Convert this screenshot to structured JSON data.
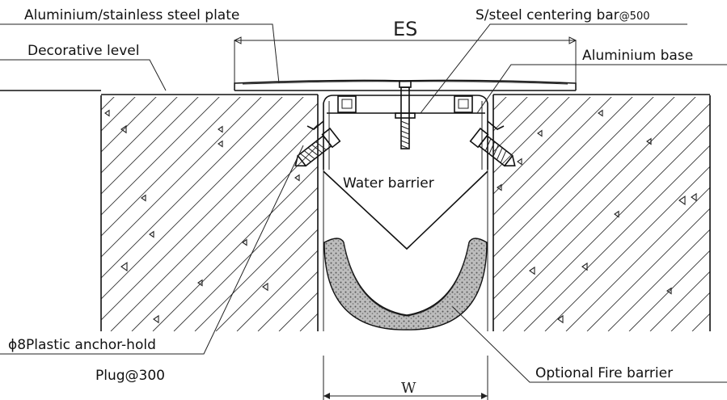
{
  "diagram": {
    "labels": {
      "top_plate": "Aluminium/stainless steel plate",
      "decorative_level": "Decorative level",
      "centering_bar": "S/steel centering bar",
      "centering_bar_spacing": "@500",
      "aluminium_base": "Aluminium base",
      "water_barrier": "Water barrier",
      "anchor_line1": "ɸ8Plastic anchor-hold",
      "anchor_line2": "Plug@300",
      "fire_barrier": "Optional Fire barrier"
    },
    "dimensions": {
      "expansion_span": "ES",
      "joint_width": "W"
    }
  }
}
